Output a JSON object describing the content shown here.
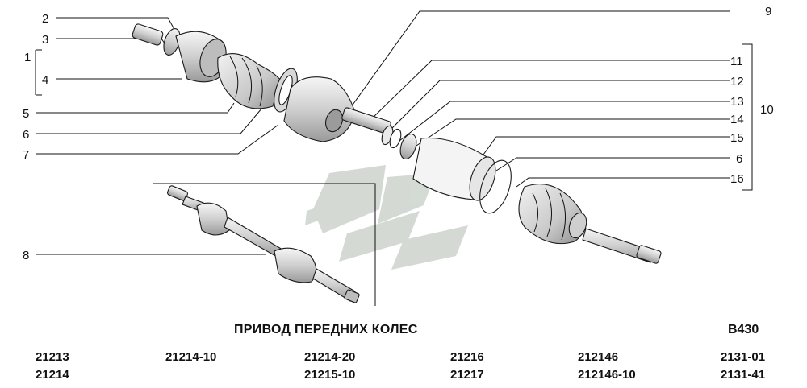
{
  "title": "ПРИВОД ПЕРЕДНИХ КОЛЕС",
  "code": "B430",
  "callouts": [
    "1",
    "2",
    "3",
    "4",
    "5",
    "6",
    "7",
    "8",
    "9",
    "10",
    "11",
    "12",
    "13",
    "14",
    "15",
    "6",
    "16"
  ],
  "models": [
    [
      "21213",
      "21214"
    ],
    [
      "21214-10"
    ],
    [
      "21214-20",
      "21215-10"
    ],
    [
      "21216",
      "21217"
    ],
    [
      "212146",
      "212146-10"
    ],
    [
      "2131-01",
      "2131-41"
    ]
  ],
  "colors": {
    "line": "#111111",
    "part": "#e4e4e4",
    "watermark": "#c8cfc8"
  }
}
